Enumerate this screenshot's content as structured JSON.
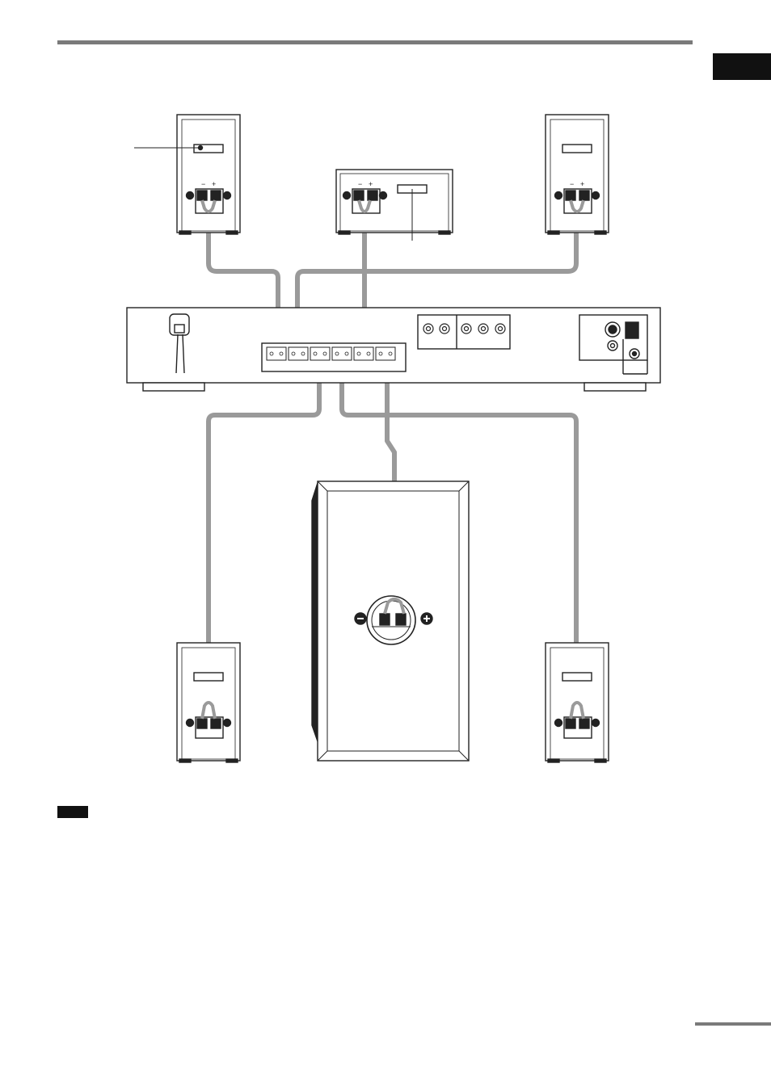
{
  "page": {
    "note_label": ""
  },
  "terminals": {
    "minus": "−",
    "plus": "+"
  },
  "components": {
    "front_left": "front-left-speaker",
    "front_right": "front-right-speaker",
    "center": "center-speaker",
    "rear_left": "rear-left-speaker",
    "rear_right": "rear-right-speaker",
    "subwoofer": "subwoofer",
    "receiver": "main-unit-rear-panel"
  },
  "colors": {
    "cable": "#9a9a9a",
    "outline": "#222222",
    "tab": "#111111",
    "rule": "#7a7a7a"
  }
}
